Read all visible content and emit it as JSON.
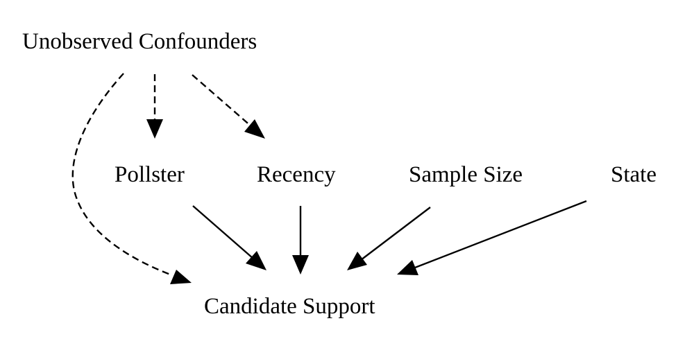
{
  "diagram": {
    "nodes": {
      "unobserved_confounders": "Unobserved Confounders",
      "pollster": "Pollster",
      "recency": "Recency",
      "sample_size": "Sample Size",
      "state": "State",
      "candidate_support": "Candidate Support"
    },
    "edges": [
      {
        "from": "Unobserved Confounders",
        "to": "Pollster",
        "style": "dashed"
      },
      {
        "from": "Unobserved Confounders",
        "to": "Recency",
        "style": "dashed"
      },
      {
        "from": "Unobserved Confounders",
        "to": "Candidate Support",
        "style": "dashed"
      },
      {
        "from": "Pollster",
        "to": "Candidate Support",
        "style": "solid"
      },
      {
        "from": "Recency",
        "to": "Candidate Support",
        "style": "solid"
      },
      {
        "from": "Sample Size",
        "to": "Candidate Support",
        "style": "solid"
      },
      {
        "from": "State",
        "to": "Candidate Support",
        "style": "solid"
      }
    ],
    "colors": {
      "line": "#000000",
      "text": "#000000",
      "background": "#ffffff"
    }
  }
}
